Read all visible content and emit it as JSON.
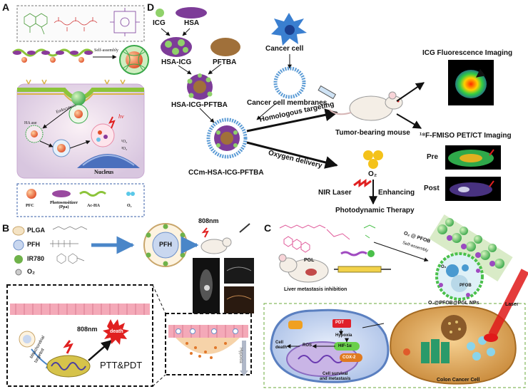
{
  "panels": {
    "a": "A",
    "b": "B",
    "c": "C",
    "d": "D"
  },
  "panel_a": {
    "self_assembly": "Self-assembly",
    "endocytosis": "Endocytosis",
    "ha_ase": "HA ase",
    "hv": "hv",
    "o2_1": "¹O₂",
    "o2_2": "³O₂",
    "nucleus": "Nucleus",
    "legend": {
      "pfc": "PFC",
      "ppa": "Photosensitizer (Ppa)",
      "ppa_l1": "Photosensitizer",
      "ppa_l2": "(Ppa)",
      "acha": "Ac-HA",
      "o2": "O₂"
    }
  },
  "panel_d": {
    "icg": "ICG",
    "hsa": "HSA",
    "hsa_icg": "HSA-ICG",
    "pftba": "PFTBA",
    "hsa_icg_pftba": "HSA-ICG-PFTBA",
    "cancer_cell": "Cancer cell",
    "cancer_cell_membranes": "Cancer cell membranes",
    "homologous_targeting": "Homologous targeting",
    "oxygen_delivery": "Oxygen delivery",
    "tumor_bearing_mouse": "Tumor-bearing mouse",
    "ccm": "CCm-HSA-ICG-PFTBA",
    "o2": "O₂",
    "nir_laser": "NIR Laser",
    "enhancing": "Enhancing",
    "pdt": "Photodynamic Therapy",
    "icg_imaging": "ICG Fluorescence Imaging",
    "pet_imaging": "¹⁸F-FMISO PET/CT Imaging",
    "pre": "Pre",
    "post": "Post"
  },
  "panel_b": {
    "legend": [
      "PLGA",
      "PFH",
      "IR780",
      "O₂"
    ],
    "pfh_core": "PFH",
    "laser_808_top": "808nm",
    "laser_808_bottom": "808nm",
    "mitochondrial": "Mitochondrial",
    "targeted": "targeted",
    "death": "death",
    "ptt_pdt": "PTT&PDT",
    "hypoxia": "Hypoxia"
  },
  "panel_c": {
    "o2_pfob": "O₂ @ PFOB",
    "self_assembly": "Self-assembly",
    "pgl": "PGL",
    "liver": "Liver metastasis inhibition",
    "nps": "O₂@PFOB@PGL NPs",
    "o2": "O₂",
    "pfob": "PFOB",
    "pdt": "PDT",
    "hypoxia": "Hypoxia",
    "hif": "HIF-1α",
    "cox2": "COX-2",
    "ros": "ROS",
    "cell_death": "Cell death",
    "cell_death_l1": "Cell",
    "cell_death_l2": "death",
    "survival": "Cell survival and metastasis",
    "survival_l1": "Cell survival",
    "survival_l2": "and metastasis",
    "laser": "Laser",
    "colon": "Colon Cancer Cell"
  },
  "colors": {
    "hsa_purple": "#7d3c98",
    "icg_green": "#8fd16a",
    "pftba_brown": "#a0703a",
    "membrane_blue": "#5b9bd5",
    "pink_vessel": "#f4a9b8"
  }
}
